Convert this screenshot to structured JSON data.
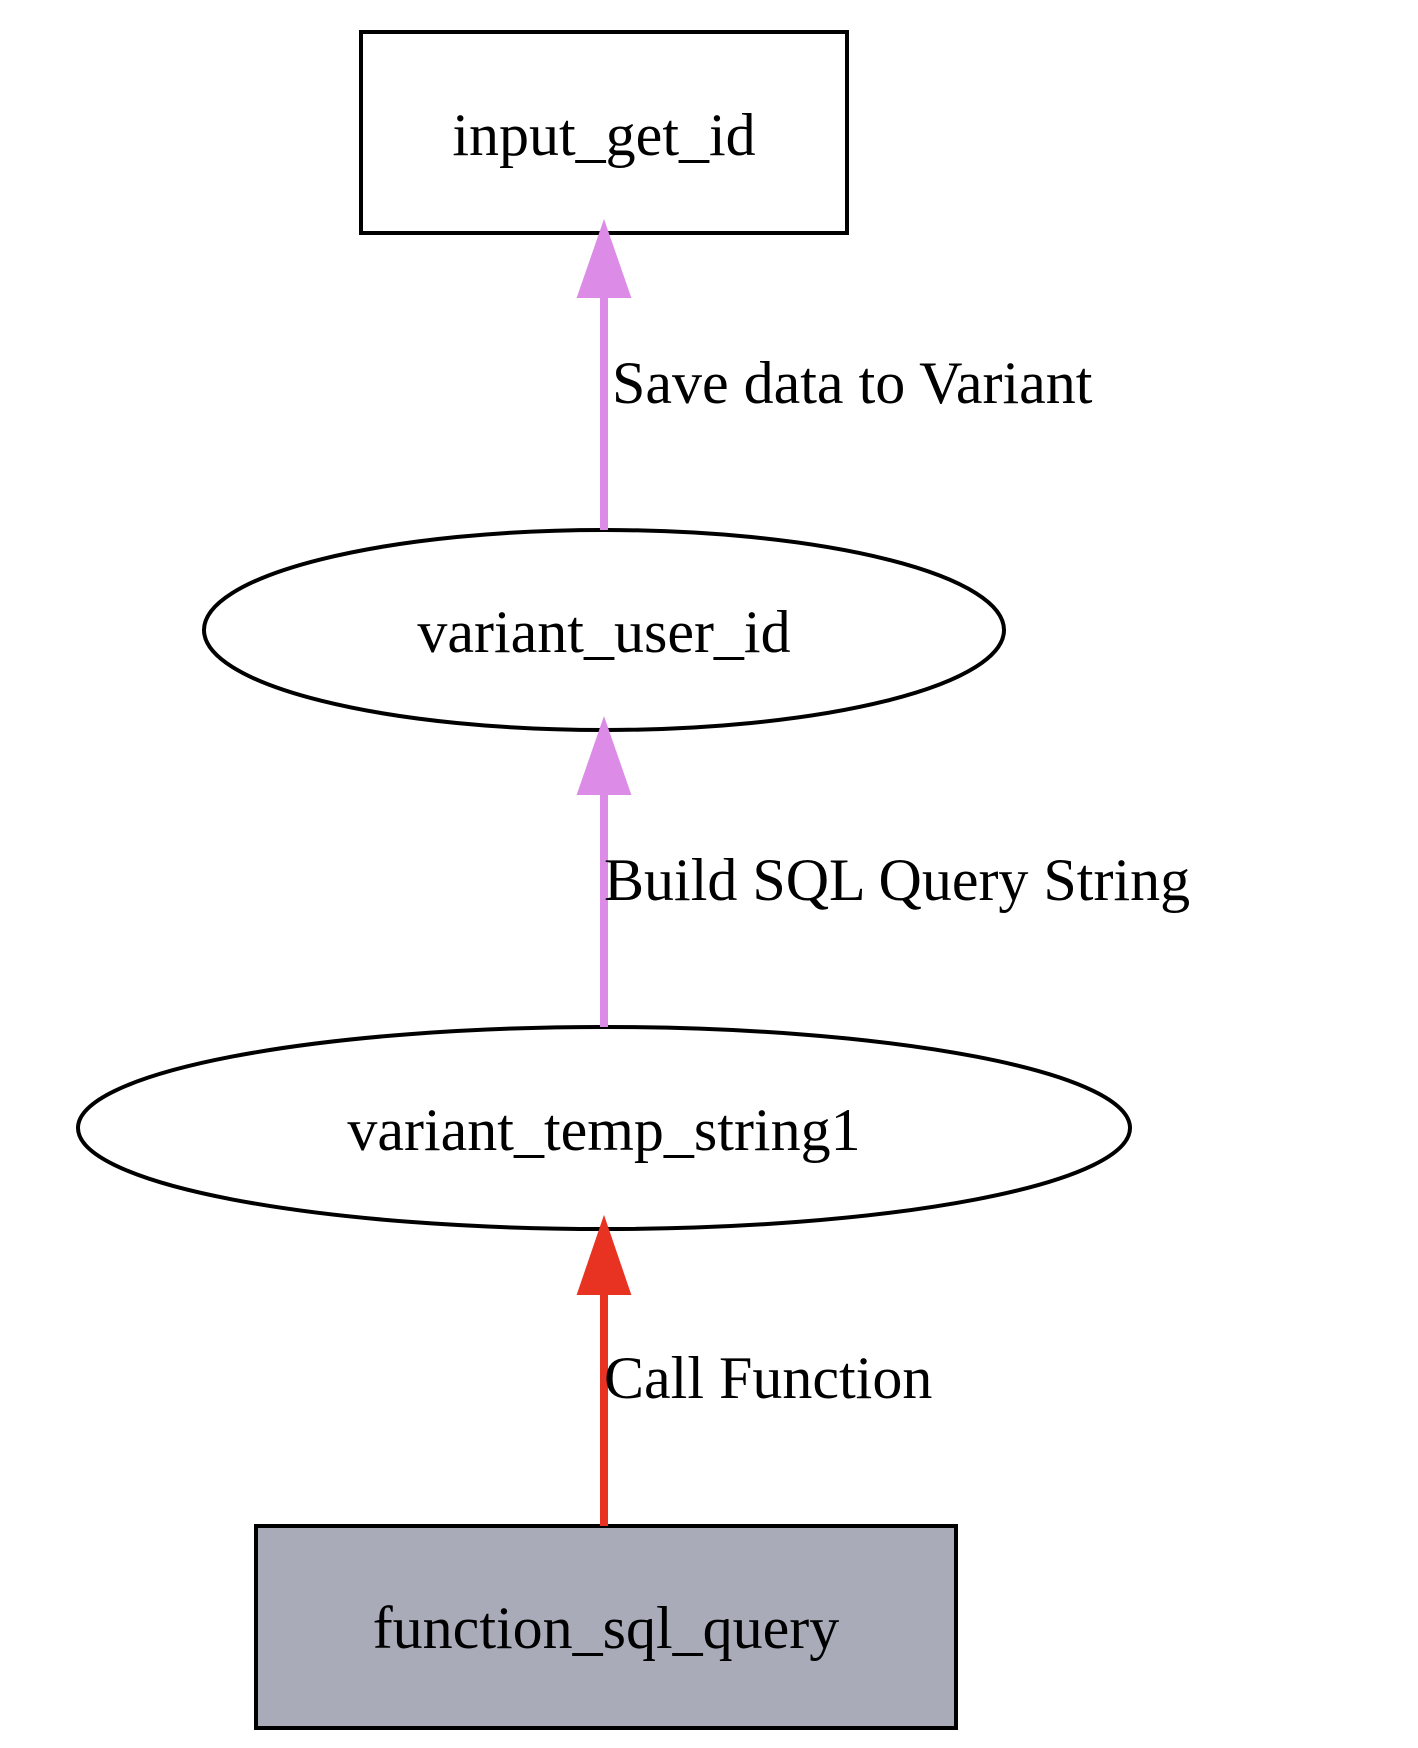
{
  "nodes": {
    "input_get_id": {
      "label": "input_get_id",
      "shape": "box",
      "fill": "#ffffff"
    },
    "variant_user_id": {
      "label": "variant_user_id",
      "shape": "ellipse",
      "fill": "#ffffff"
    },
    "variant_temp_string1": {
      "label": "variant_temp_string1",
      "shape": "ellipse",
      "fill": "#ffffff"
    },
    "function_sql_query": {
      "label": "function_sql_query",
      "shape": "box",
      "fill": "#a9abb9"
    }
  },
  "edges": [
    {
      "from": "variant_user_id",
      "to": "input_get_id",
      "label": "Save data to Variant",
      "color": "#dc8ce6"
    },
    {
      "from": "variant_temp_string1",
      "to": "variant_user_id",
      "label": "Build SQL Query String",
      "color": "#dc8ce6"
    },
    {
      "from": "function_sql_query",
      "to": "variant_temp_string1",
      "label": "Call Function",
      "color": "#e83323"
    }
  ],
  "colors": {
    "stroke": "#000000",
    "background": "#ffffff"
  }
}
